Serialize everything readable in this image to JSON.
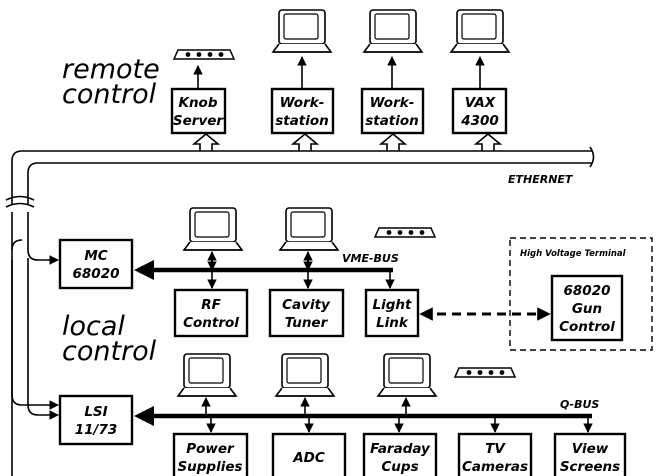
{
  "sections": {
    "remote": [
      "remote",
      "control"
    ],
    "local": [
      "local",
      "control"
    ]
  },
  "buses": {
    "ethernet": "ETHERNET",
    "vme": "VME-BUS",
    "qbus": "Q-BUS"
  },
  "remote_nodes": [
    {
      "id": "knob-server",
      "lines": [
        "Knob",
        "Server"
      ]
    },
    {
      "id": "workstation-1",
      "lines": [
        "Work-",
        "station"
      ]
    },
    {
      "id": "workstation-2",
      "lines": [
        "Work-",
        "station"
      ]
    },
    {
      "id": "vax-4300",
      "lines": [
        "VAX",
        "4300"
      ]
    }
  ],
  "processors": {
    "mc": [
      "MC",
      "68020"
    ],
    "lsi": [
      "LSI",
      "11/73"
    ]
  },
  "vme_nodes": [
    {
      "id": "rf-control",
      "lines": [
        "RF",
        "Control"
      ]
    },
    {
      "id": "cavity-tuner",
      "lines": [
        "Cavity",
        "Tuner"
      ]
    },
    {
      "id": "light-link",
      "lines": [
        "Light",
        "Link"
      ]
    }
  ],
  "hv_terminal": {
    "title": "High Voltage Terminal",
    "gun": [
      "68020",
      "Gun",
      "Control"
    ]
  },
  "qbus_nodes": [
    {
      "id": "power-supplies",
      "lines": [
        "Power",
        "Supplies"
      ]
    },
    {
      "id": "adc",
      "lines": [
        "ADC"
      ]
    },
    {
      "id": "faraday-cups",
      "lines": [
        "Faraday",
        "Cups"
      ]
    },
    {
      "id": "tv-cameras",
      "lines": [
        "TV",
        "Cameras"
      ]
    },
    {
      "id": "view-screens",
      "lines": [
        "View",
        "Screens"
      ]
    }
  ]
}
